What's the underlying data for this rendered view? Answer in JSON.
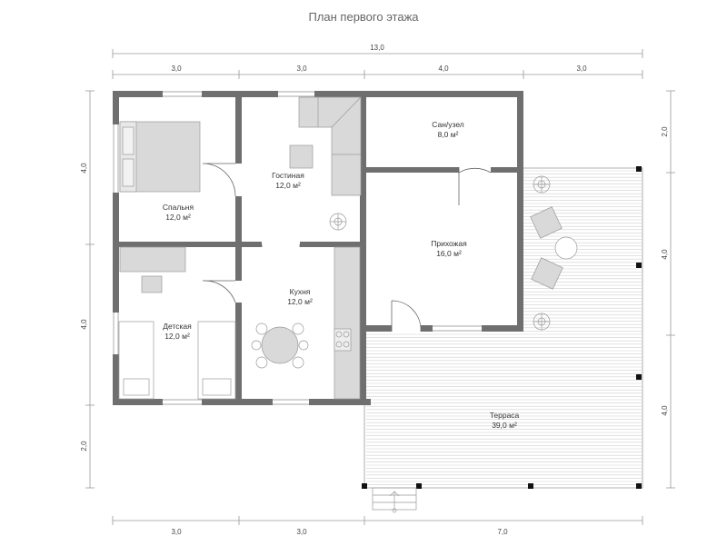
{
  "title": "План первого этажа",
  "dimensions": {
    "top_total": "13,0",
    "top": [
      "3,0",
      "3,0",
      "4,0",
      "3,0"
    ],
    "bottom": [
      "3,0",
      "3,0",
      "7,0"
    ],
    "left": [
      "4,0",
      "4,0",
      "2,0"
    ],
    "right": [
      "2,0",
      "4,0",
      "4,0"
    ]
  },
  "rooms": {
    "bedroom": {
      "name": "Спальня",
      "area": "12,0 м²"
    },
    "living": {
      "name": "Гостиная",
      "area": "12,0 м²"
    },
    "bathroom": {
      "name": "Сан/узел",
      "area": "8,0 м²"
    },
    "hall": {
      "name": "Прихожая",
      "area": "16,0 м²"
    },
    "kids": {
      "name": "Детская",
      "area": "12,0 м²"
    },
    "kitchen": {
      "name": "Кухня",
      "area": "12,0 м²"
    },
    "terrace": {
      "name": "Терраса",
      "area": "39,0 м²"
    }
  },
  "colors": {
    "wall": "#6f6f6f",
    "furniture": "#d9d9d9",
    "line": "#9a9a9a"
  }
}
